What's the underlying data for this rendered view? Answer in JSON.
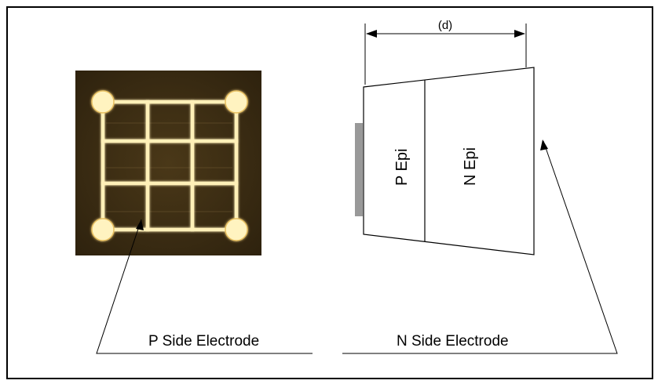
{
  "labels": {
    "dimension": "(d)",
    "p_epi": "P Epi",
    "n_epi": "N Epi",
    "p_side_electrode": "P Side Electrode",
    "n_side_electrode": "N Side Electrode"
  },
  "colors": {
    "chip_background": "#3a2a12",
    "electrode": "#fff3c0",
    "electrode_glow": "#e8c060",
    "n_contact": "#999999",
    "frame": "#000000"
  }
}
